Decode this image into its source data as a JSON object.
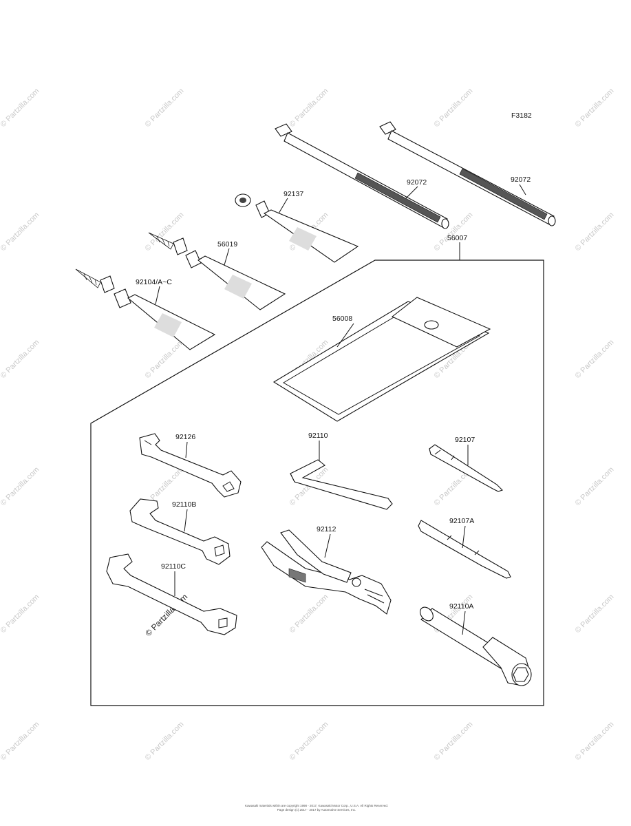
{
  "figure_code": "F3182",
  "labels": {
    "tie_left": "92072",
    "tie_right": "92072",
    "tube_small": "92137",
    "tube_mid": "56019",
    "tube_large": "92104/A~C",
    "kit": "56007",
    "bag": "56008",
    "wrench_1": "92126",
    "wrench_2": "92110B",
    "wrench_3": "92110C",
    "hex_key": "92110",
    "pliers": "92112",
    "driver": "92107",
    "driver_bit": "92107A",
    "socket": "92110A"
  },
  "watermark": "© Partzilla.com",
  "copyright": [
    "Kawasaki materials within are copyright 1998 - 2017, Kawasaki Motor Corp., U.S.A. All Rights Reserved.",
    "Page design (c) 2017 - 2017 by Automotive Services, Inc."
  ]
}
